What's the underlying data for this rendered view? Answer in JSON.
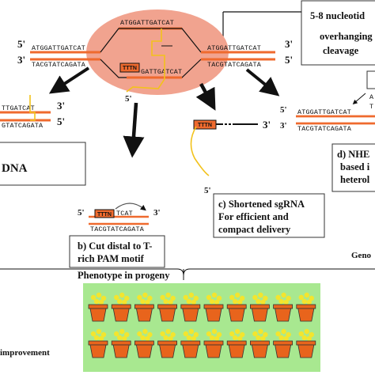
{
  "top_note": {
    "line1": "5-8 nucleotid",
    "line2": "overhanging",
    "line3": "cleavage"
  },
  "center": {
    "top_strand": "ATGGATTGATCAT",
    "left_upper": "ATGGATTGATCAT",
    "left_lower": "TACGTATCAGATA",
    "right_upper": "ATGGATTGATCAT",
    "right_lower": "TACGTATCAGATA",
    "pam": "TTTN",
    "bottom_strand": "GATTGATCAT",
    "prime_5": "5'",
    "prime_3": "3'"
  },
  "left_product": {
    "upper": "TTGATCAT",
    "lower": "GTATCAGATA",
    "prime_3": "3'",
    "prime_5": "5'"
  },
  "panel_a": {
    "label": "DNA"
  },
  "panel_b": {
    "pam": "TTTN",
    "upper": "TCAT",
    "lower": "TACGTATCAGATA",
    "prime_5": "5'",
    "prime_3": "3'",
    "line1": "b) Cut distal to T-",
    "line2": "rich PAM motif"
  },
  "panel_c": {
    "pam": "TTTN",
    "prime_3": "3'",
    "prime_5": "5'",
    "line1": "c) Shortened sgRNA",
    "line2": "For efficient and",
    "line3": "compact delivery"
  },
  "panel_d": {
    "inset_top": "A",
    "inset_bottom": "T",
    "upper": "ATGGATTGATCAT",
    "lower": "TACGTATCAGATA",
    "prime_5": "5'",
    "prime_3": "3'",
    "line1": "d) NHE",
    "line2": "based i",
    "line3": "heterol"
  },
  "geno_label": "Geno",
  "phenotype_title": "Phenotype in progeny",
  "improvement_label": "improvement",
  "colors": {
    "dna_strand": "#ef6a2e",
    "cas_blob": "#f1a38f",
    "pot": "#e8641c",
    "flower": "#f3e52e",
    "field": "#a8e890",
    "guide_rna": "#f2c21c"
  }
}
